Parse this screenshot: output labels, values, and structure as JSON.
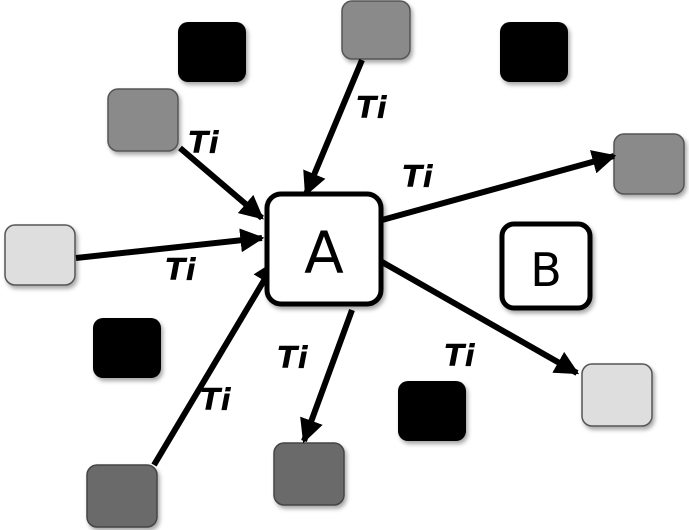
{
  "nodes": {
    "a": {
      "label": "A"
    },
    "b": {
      "label": "B"
    }
  },
  "edges": [
    {
      "label": "Ti",
      "from": "neighbor-top",
      "to": "a"
    },
    {
      "label": "Ti",
      "from": "neighbor-top-left",
      "to": "a"
    },
    {
      "label": "Ti",
      "from": "neighbor-left",
      "to": "a"
    },
    {
      "label": "Ti",
      "from": "neighbor-bottom-left",
      "to": "a"
    },
    {
      "label": "Ti",
      "from": "a",
      "to": "neighbor-right"
    },
    {
      "label": "Ti",
      "from": "a",
      "to": "neighbor-bottom"
    },
    {
      "label": "Ti",
      "from": "a",
      "to": "neighbor-bottom-right"
    }
  ],
  "colors": {
    "black": "#000000",
    "dark_gray": "#6b6b6b",
    "mid_gray": "#8a8a8a",
    "light_gray": "#dedede",
    "white": "#ffffff"
  }
}
